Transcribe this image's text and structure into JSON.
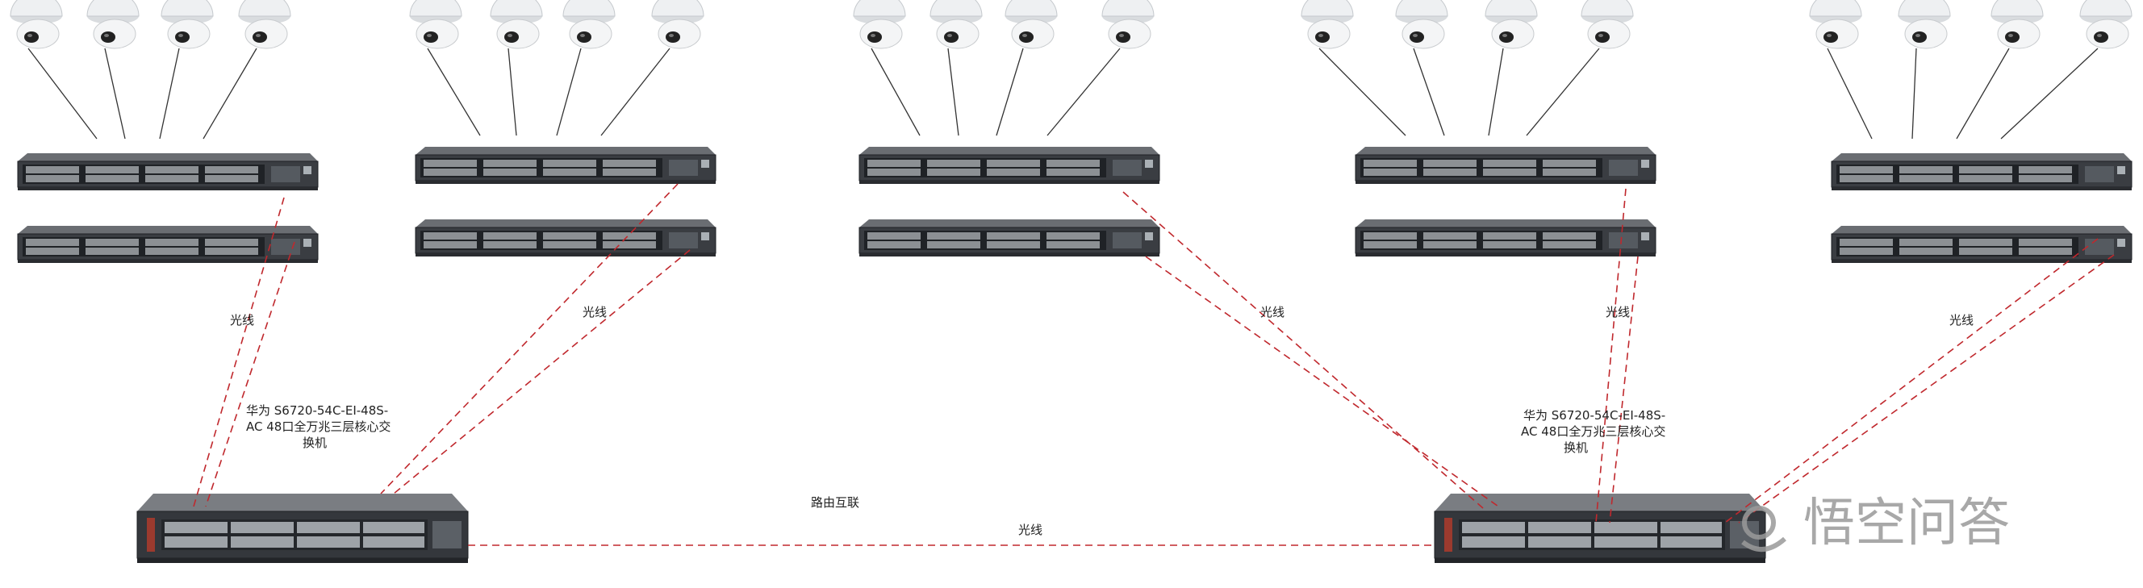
{
  "diagram": {
    "link_label": "光线",
    "routing_label": "路由互联",
    "core_switch_label_lines": [
      "华为 S6720-54C-EI-48S-",
      "AC 48口全万兆三层核心交",
      "换机"
    ],
    "watermark_text": "悟空问答",
    "colors": {
      "fiber": "#c0282d",
      "camera_cable": "#333333",
      "switch_body": "#4a4d52",
      "switch_front": "#2f3236"
    }
  }
}
